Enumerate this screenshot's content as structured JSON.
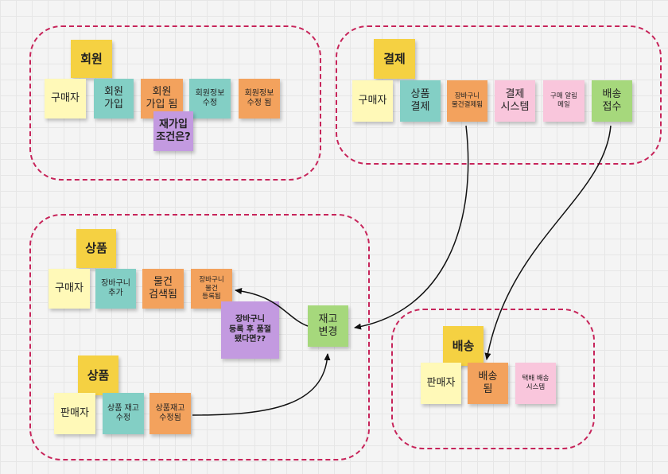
{
  "colors": {
    "group_border": "#c7245a",
    "title_note": "#f5d142",
    "actor_note": "#fff9b8",
    "command_note": "#83cfc5",
    "event_note": "#f3a25d",
    "system_note": "#f9c6dc",
    "policy_note": "#a6d87c",
    "question_note": "#c39ae0",
    "arrow": "#111111"
  },
  "notes": {
    "member": {
      "title": "회원",
      "buyer": "구매자",
      "signup": "회원\n가입",
      "signed_up": "회원\n가입 됨",
      "edit_info": "회원정보\n수정",
      "info_edited": "회원정보\n수정 됨",
      "rejoin_question": "재가입\n조건은?"
    },
    "payment": {
      "title": "결제",
      "buyer": "구매자",
      "product_pay": "상품\n결제",
      "cart_paid": "장바구니\n물건결제됨",
      "pay_system": "결제\n시스템",
      "purchase_mail": "구매 알림\n메일",
      "delivery_accept": "배송\n접수"
    },
    "product_cart": {
      "title": "상품",
      "buyer": "구매자",
      "add_cart": "장바구니\n추가",
      "item_searched": "물건\n검색됨",
      "cart_item_registered": "장바구니\n물건\n등록됨",
      "soldout_question": "장바구니\n등록 후 품절\n됐다면??",
      "stock_change": "재고\n변경"
    },
    "product_stock": {
      "title": "상품",
      "seller": "판매자",
      "edit_stock": "상품 재고\n수정",
      "stock_edited": "상품재고\n수정됨"
    },
    "delivery": {
      "title": "배송",
      "seller": "판매자",
      "delivered": "배송\n됨",
      "courier_system": "택배 배송\n시스템"
    }
  }
}
